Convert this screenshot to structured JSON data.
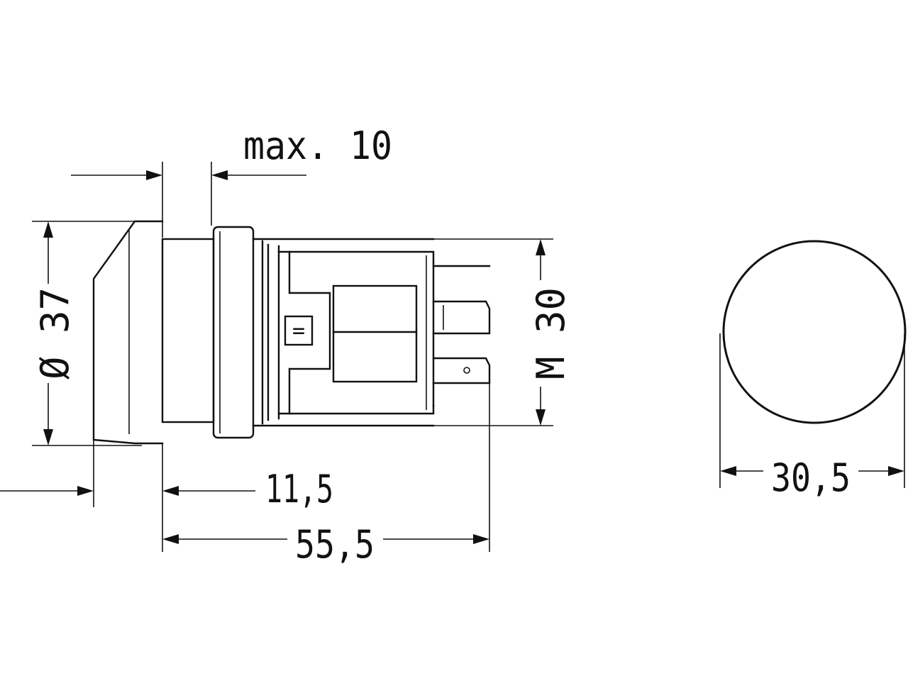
{
  "diagram": {
    "dimensions": {
      "max_depth": "max. 10",
      "diameter": "Ø 37",
      "thread": "M 30",
      "offset": "11,5",
      "length": "55,5",
      "cutout": "30,5"
    },
    "marking_glyph": "="
  }
}
